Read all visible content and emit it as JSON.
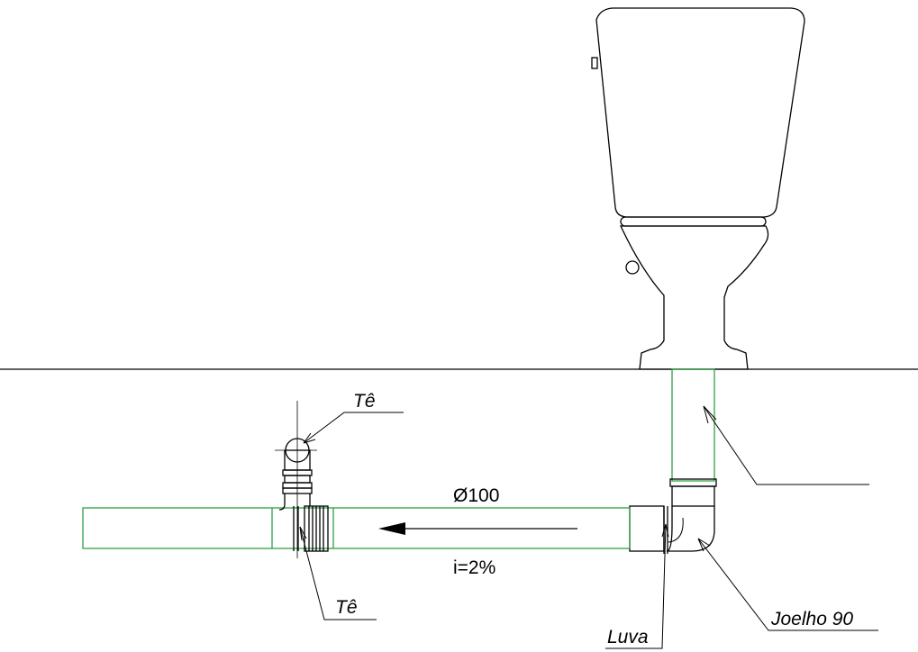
{
  "labels": {
    "tee_top": "Tê",
    "tee_bottom": "Tê",
    "diameter": "Ø100",
    "slope": "i=2%",
    "coupling": "Luva",
    "elbow": "Joelho 90",
    "vertical_pipe": ""
  },
  "colors": {
    "pipe_outline": "#2ea043",
    "line": "#000000",
    "background": "#ffffff"
  }
}
